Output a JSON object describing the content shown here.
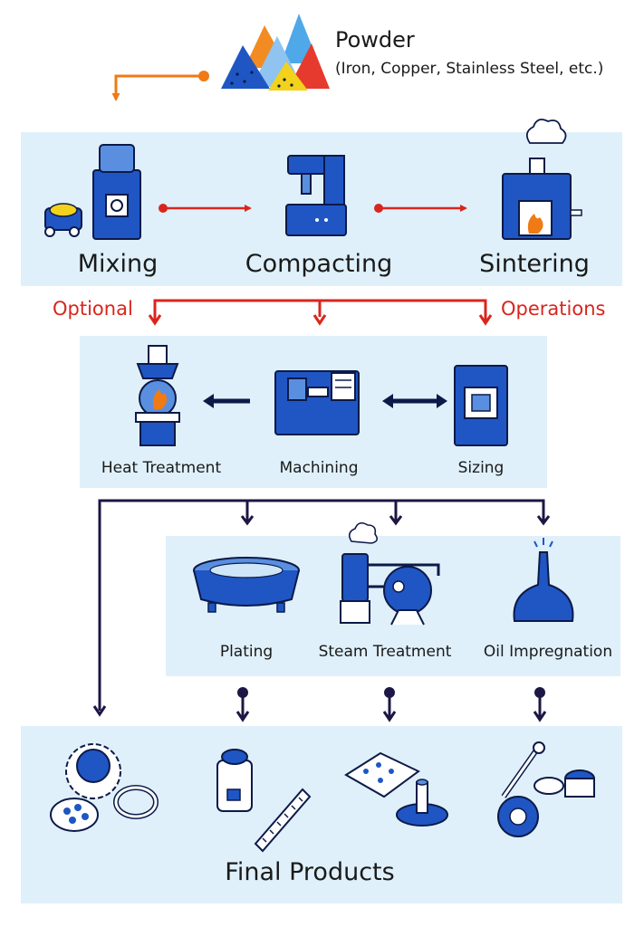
{
  "source": {
    "title": "Powder",
    "subtitle": "(Iron, Copper, Stainless Steel, etc.)"
  },
  "primary": {
    "steps": [
      "Mixing",
      "Compacting",
      "Sintering"
    ]
  },
  "optional": {
    "left_label": "Optional",
    "right_label": "Operations",
    "steps": [
      "Heat Treatment",
      "Machining",
      "Sizing"
    ]
  },
  "finishing": {
    "steps": [
      "Plating",
      "Steam Treatment",
      "Oil Impregnation"
    ]
  },
  "products": {
    "title": "Final Products"
  }
}
